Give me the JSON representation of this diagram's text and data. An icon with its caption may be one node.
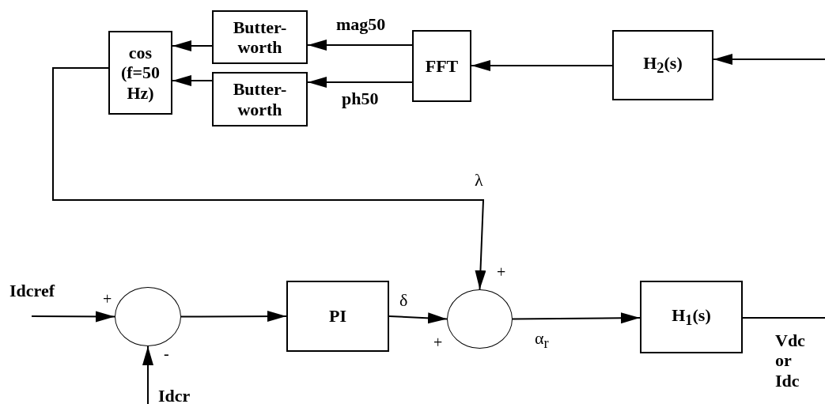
{
  "diagram": {
    "nodes": [
      {
        "text": [
          "cos (f=50 Hz)"
        ]
      },
      {
        "text": [
          "Butter- worth"
        ]
      },
      {
        "text": [
          "Butter- worth"
        ]
      },
      {
        "text": [
          "FFT"
        ]
      },
      {
        "text": [
          "H$_{2}$(s)"
        ]
      },
      {
        "text": [],
        "shape": "circle"
      },
      {
        "text": [
          "PI"
        ]
      },
      {
        "text": [],
        "shape": "circle"
      },
      {
        "text": [
          "H$_{1}$(s)"
        ]
      }
    ],
    "edges": [
      {
        "from": null,
        "to": 4,
        "arrow": "to"
      },
      {
        "from": 4,
        "to": 3,
        "arrow": "to"
      },
      {
        "from": 3,
        "to": 1,
        "label": "mag50",
        "arrow": "to"
      },
      {
        "from": 3,
        "to": 2,
        "label": "ph50",
        "arrow": "to"
      },
      {
        "from": 1,
        "to": 0,
        "arrow": "to"
      },
      {
        "from": 2,
        "to": 0,
        "arrow": "to"
      },
      {
        "from": 0,
        "to": 7,
        "label": "λ",
        "arrow": "to"
      },
      {
        "from": null,
        "to": 5,
        "label": "Idcref",
        "arrow": "to"
      },
      {
        "from": null,
        "to": 5,
        "label": "Idcr",
        "arrow": "to"
      },
      {
        "from": 5,
        "to": 6,
        "arrow": "to"
      },
      {
        "from": 6,
        "to": 7,
        "label": "δ",
        "arrow": "to"
      },
      {
        "from": 7,
        "to": 8,
        "label": "α$_{r}$",
        "arrow": "to"
      },
      {
        "from": 8,
        "to": null,
        "label": "Vdc or Idc",
        "arrow": "none"
      }
    ],
    "labels": [
      "+",
      "-",
      "+",
      "+"
    ]
  }
}
